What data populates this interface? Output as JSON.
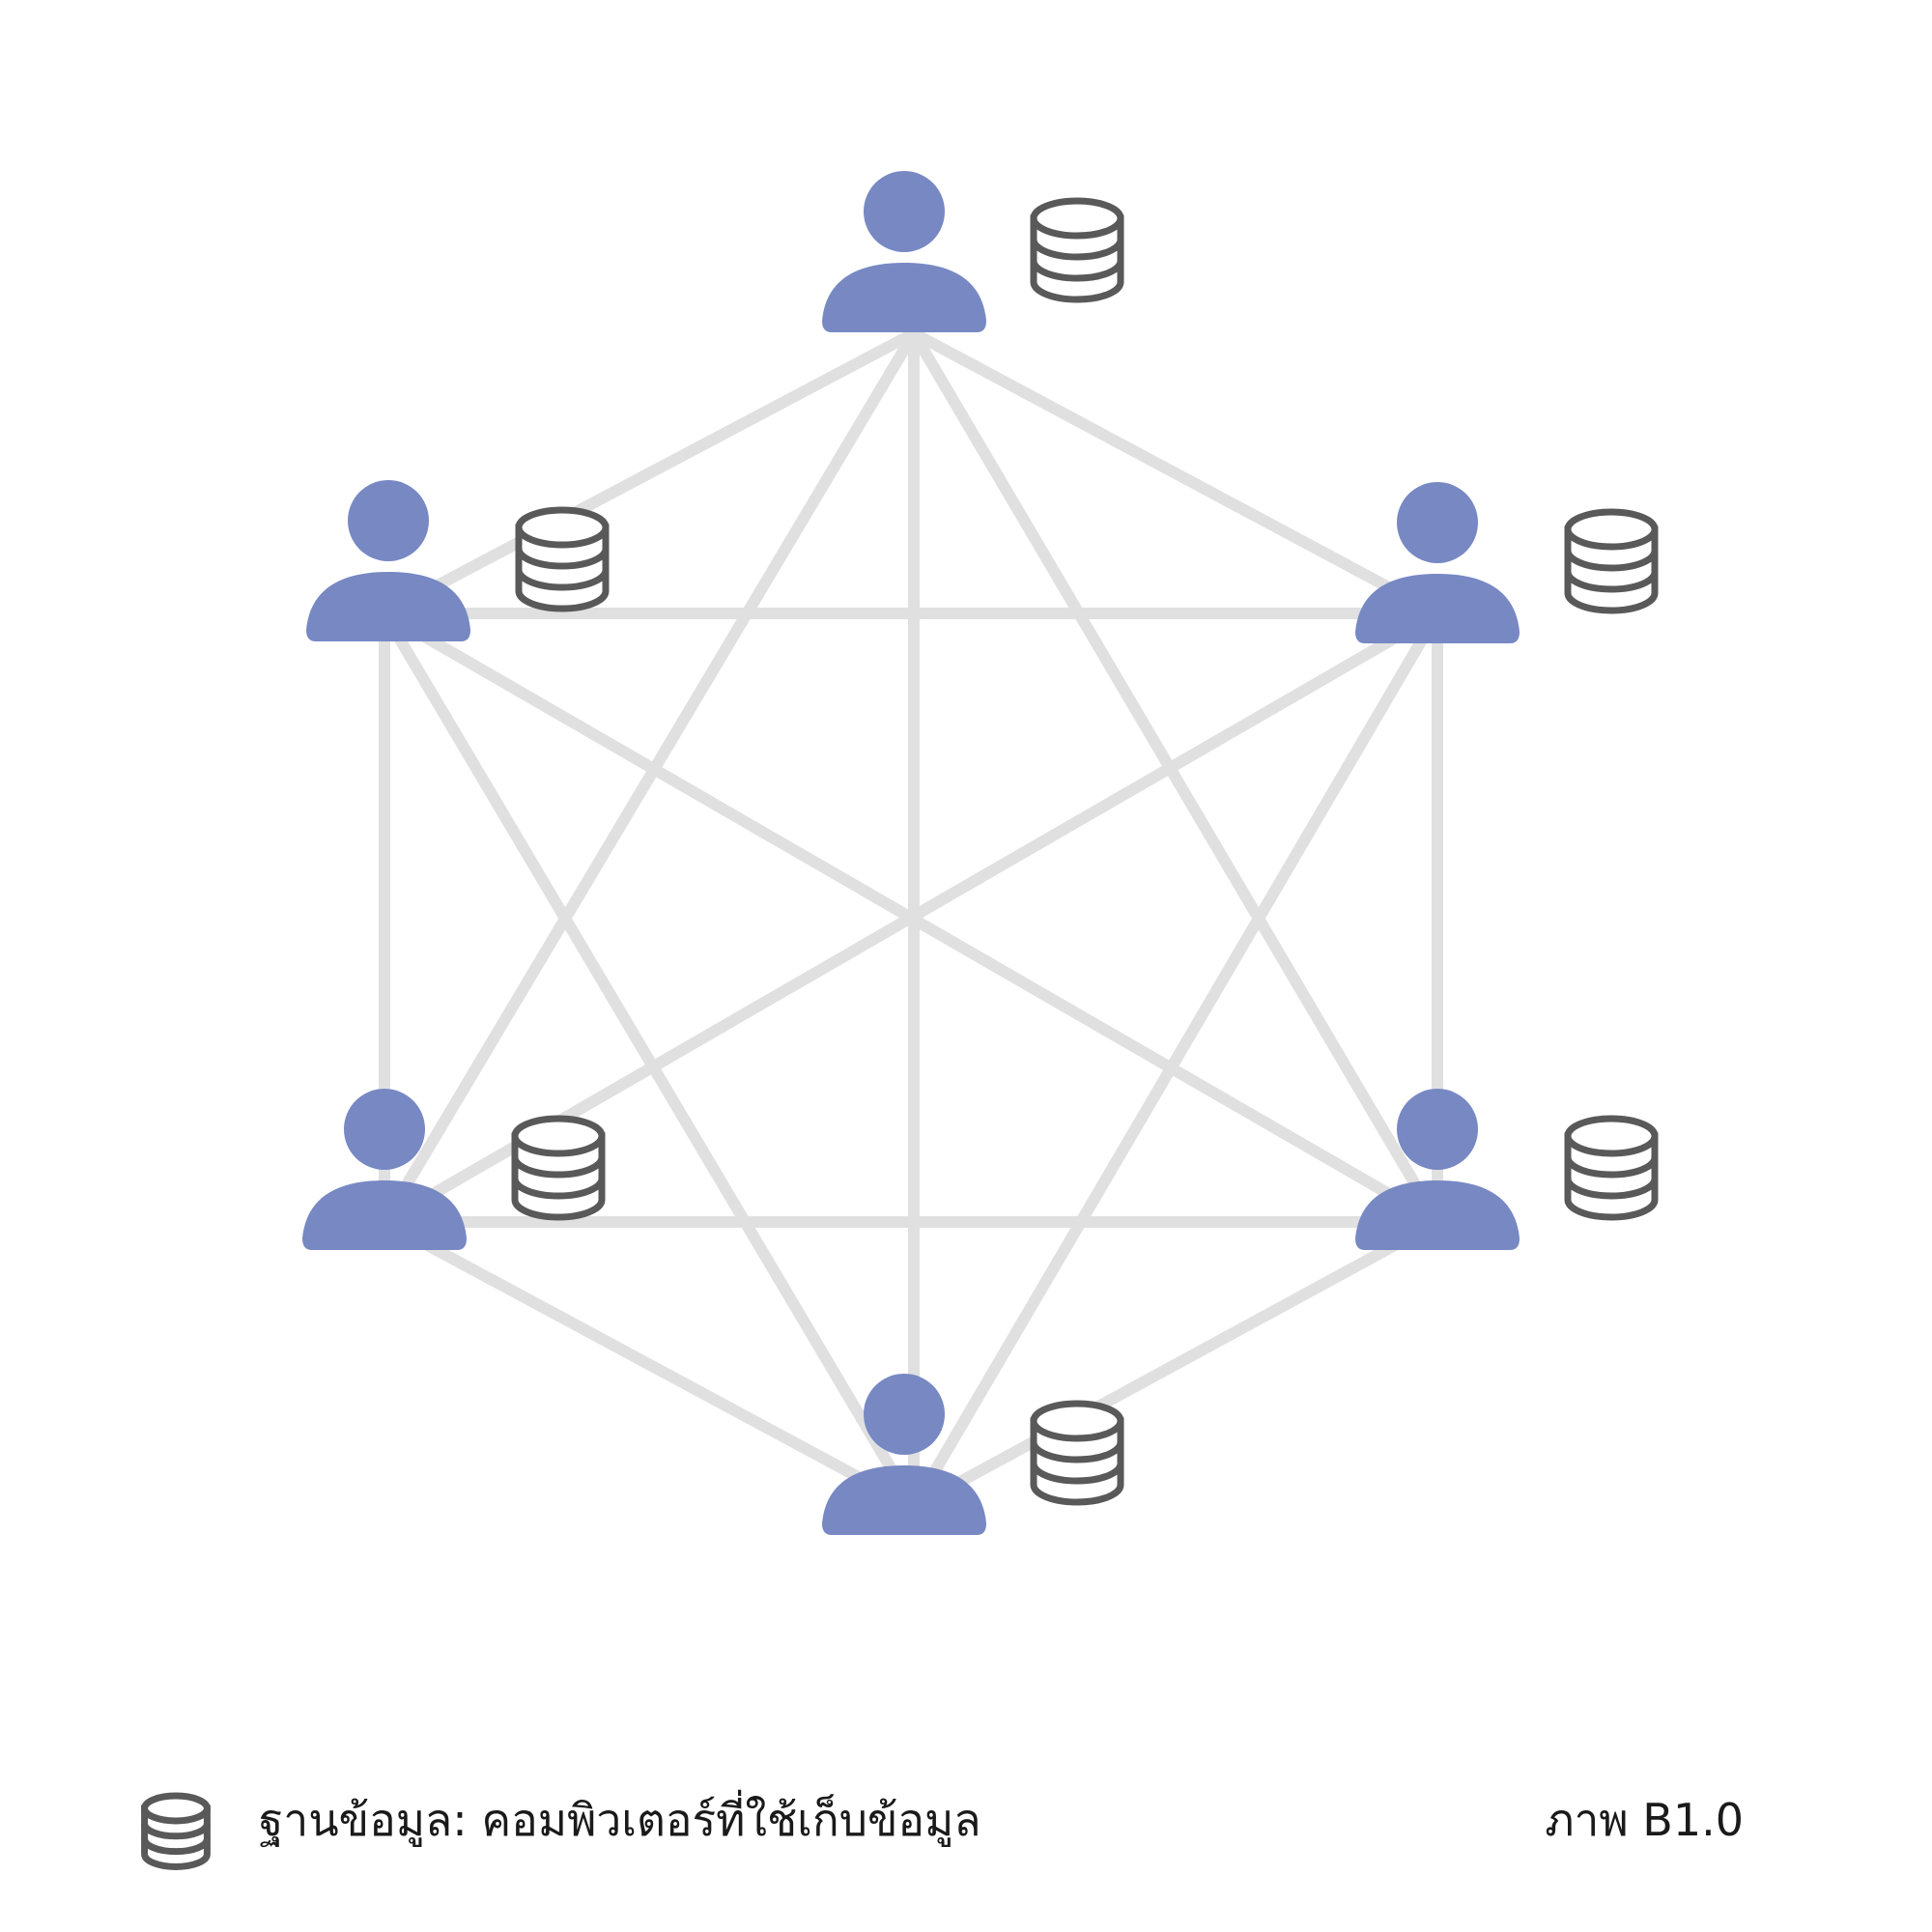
{
  "figure": {
    "legend": {
      "icon": "database-icon",
      "text": "ฐานข้อมูล: คอมพิวเตอร์ที่ใช้เก็บข้อมูล"
    },
    "label": "ภาพ B1.0"
  },
  "network": {
    "node_icon": "person-icon",
    "storage_icon": "database-icon",
    "colors": {
      "person": "#7788c3",
      "edge": "#e0e0e0",
      "database": "#595959"
    },
    "nodes": [
      {
        "id": "top"
      },
      {
        "id": "upper-left"
      },
      {
        "id": "upper-right"
      },
      {
        "id": "lower-left"
      },
      {
        "id": "lower-right"
      },
      {
        "id": "bottom"
      }
    ],
    "connectivity": "fully-connected"
  }
}
